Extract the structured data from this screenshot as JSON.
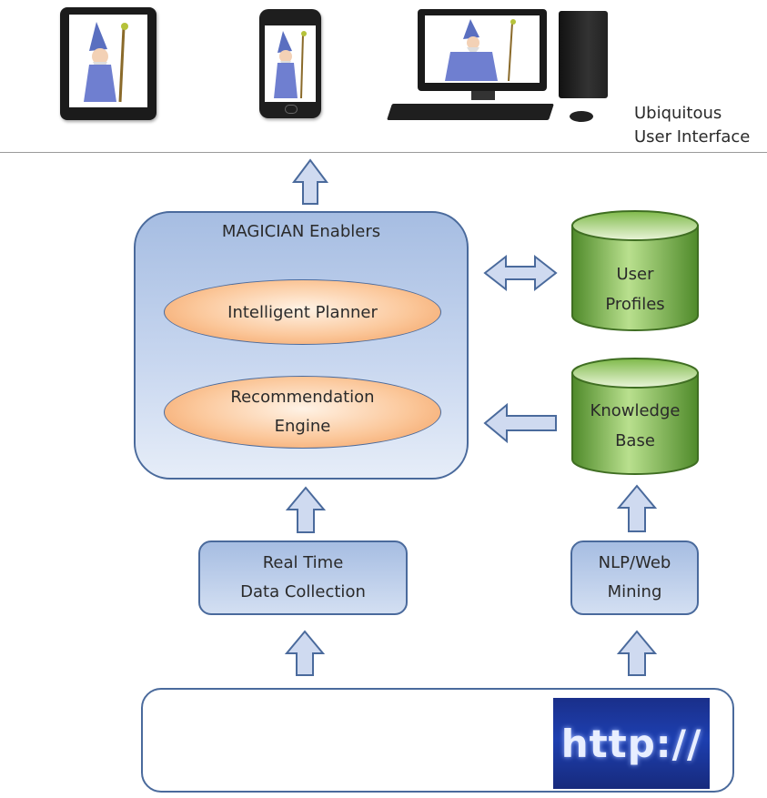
{
  "ui_label": [
    "Ubiquitous",
    "User Interface"
  ],
  "enablers": {
    "title": "MAGICIAN Enablers",
    "planner": "Intelligent Planner",
    "recommendation": [
      "Recommendation",
      "Engine"
    ]
  },
  "user_profiles": [
    "User",
    "Profiles"
  ],
  "knowledge_base": [
    "Knowledge",
    "Base"
  ],
  "realtime": [
    "Real Time",
    "Data Collection"
  ],
  "nlp": [
    "NLP/Web",
    "Mining"
  ],
  "http": "http://",
  "colors": {
    "box_fill": "#b7cbe9",
    "box_border": "#4a6a9c",
    "ellipse_fill": "#f7b27a",
    "cylinder_fill": "#8cc55c",
    "arrow_fill": "#cfdaf0",
    "http_bg": "#1d3fb0"
  }
}
